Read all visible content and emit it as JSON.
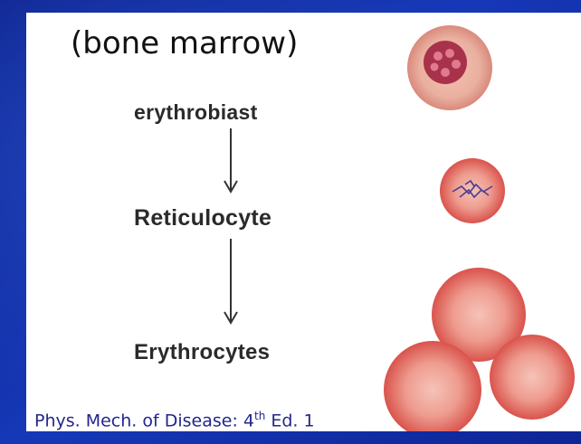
{
  "title": "(bone marrow)",
  "stages": [
    {
      "label": "erythrobiast"
    },
    {
      "label": "Reticulocyte"
    },
    {
      "label": "Erythrocytes"
    }
  ],
  "caption": {
    "text": "Phys. Mech. of  Disease:  4",
    "sup": "th",
    "after": " Ed. 1"
  },
  "colors": {
    "slide_background": "#1232a6",
    "panel": "#ffffff",
    "caption_text": "#23268c",
    "cell_fill": "#e8857c",
    "cell_edge": "#d7554f"
  }
}
